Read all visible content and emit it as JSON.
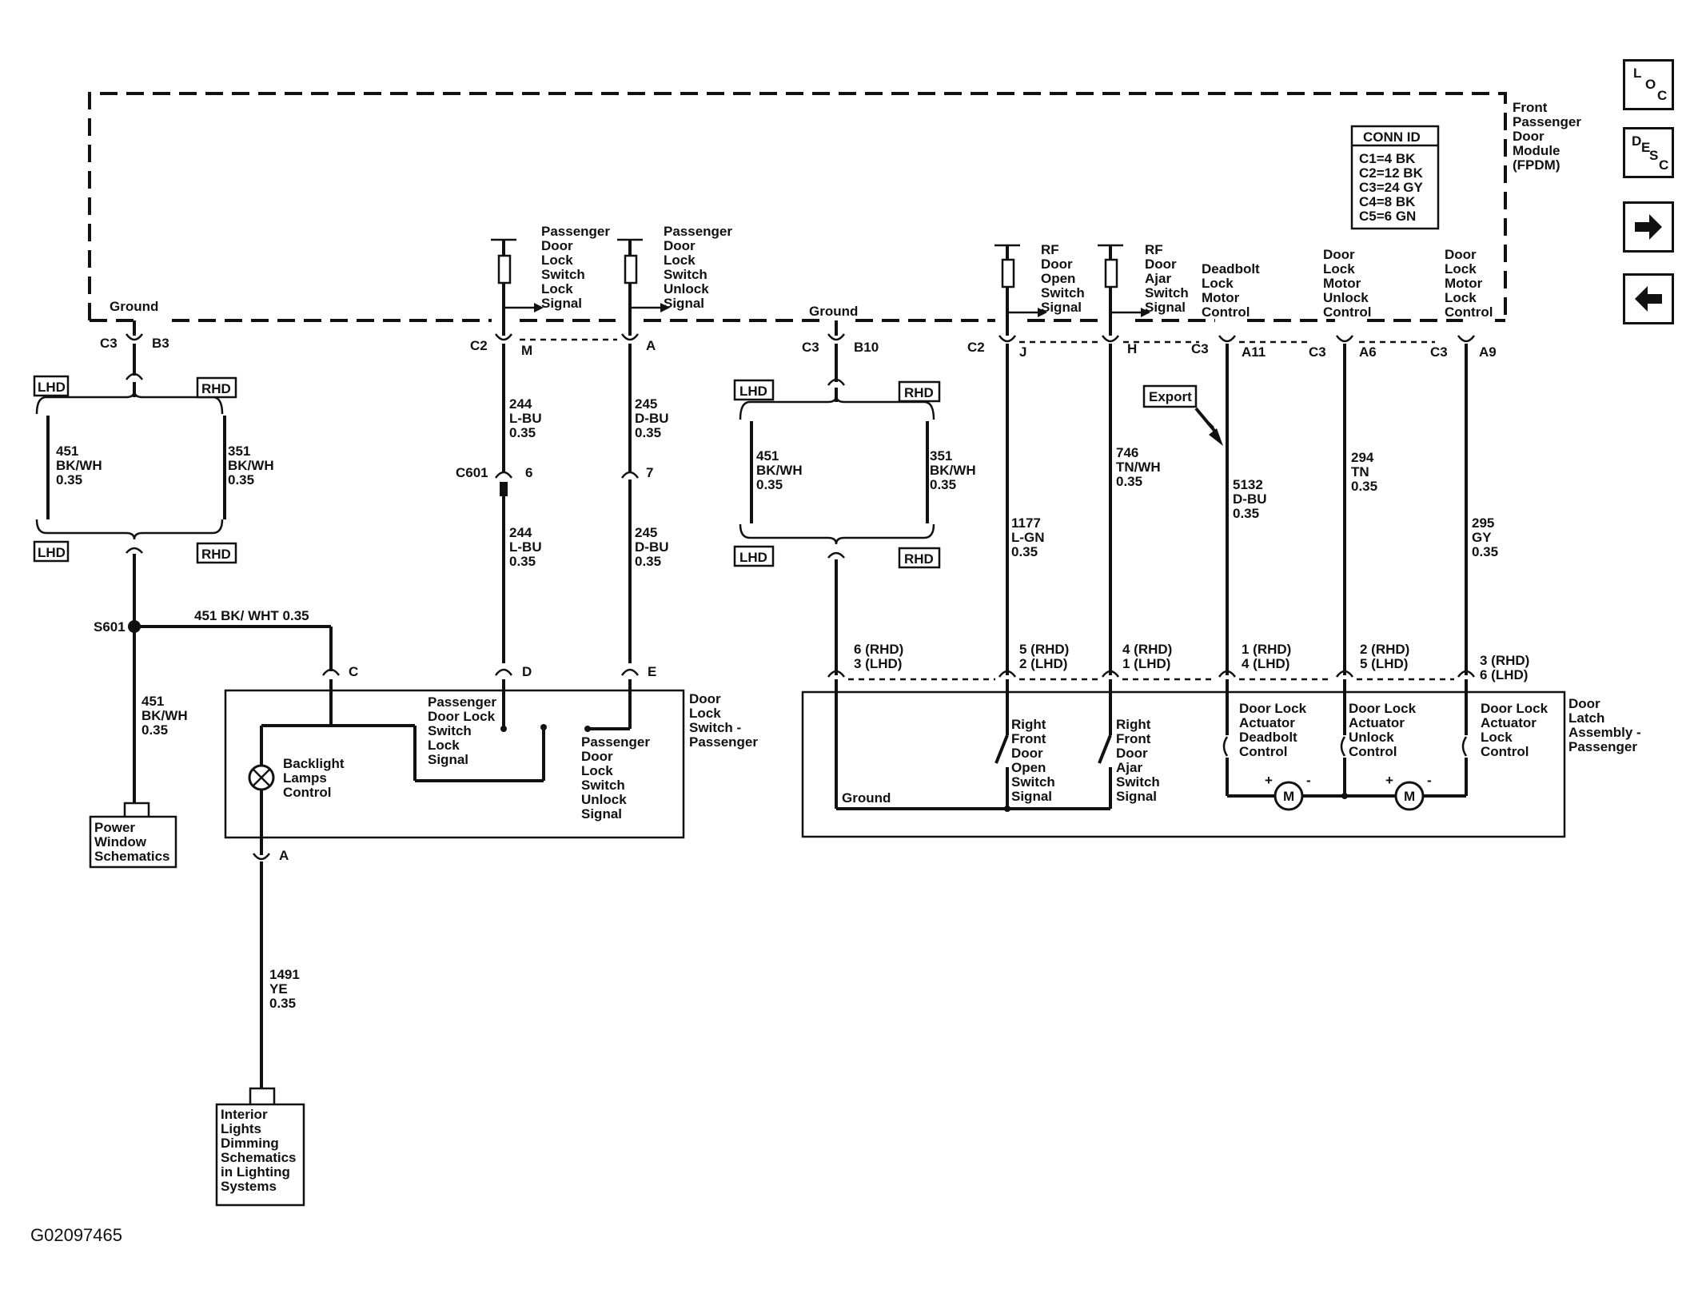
{
  "module": {
    "label": [
      "Front",
      "Passenger",
      "Door",
      "Module",
      "(FPDM)"
    ],
    "conn_id": {
      "title": "CONN ID",
      "rows": [
        "C1=4 BK",
        "C2=12 BK",
        "C3=24 GY",
        "C4=8 BK",
        "C5=6 GN"
      ]
    },
    "signals": {
      "lock_signal": [
        "Passenger",
        "Door",
        "Lock",
        "Switch",
        "Lock",
        "Signal"
      ],
      "unlock_signal": [
        "Passenger",
        "Door",
        "Lock",
        "Switch",
        "Unlock",
        "Signal"
      ],
      "door_open": [
        "RF",
        "Door",
        "Open",
        "Switch",
        "Signal"
      ],
      "door_ajar": [
        "RF",
        "Door",
        "Ajar",
        "Switch",
        "Signal"
      ],
      "deadbolt_motor": [
        "Deadbolt",
        "Lock",
        "Motor",
        "Control"
      ],
      "unlock_motor": [
        "Door",
        "Lock",
        "Motor",
        "Unlock",
        "Control"
      ],
      "lock_motor": [
        "Door",
        "Lock",
        "Motor",
        "Lock",
        "Control"
      ]
    },
    "ground_1": "Ground",
    "ground_2": "Ground"
  },
  "connectors": {
    "c3_b3": {
      "conn": "C3",
      "pin": "B3"
    },
    "c2_m": {
      "conn": "C2",
      "pin": "M"
    },
    "c2_a": {
      "pin": "A"
    },
    "c3_b10": {
      "conn": "C3",
      "pin": "B10"
    },
    "c2_j": {
      "conn": "C2",
      "pin": "J"
    },
    "c2_h": {
      "pin": "H"
    },
    "c3_a11": {
      "conn": "C3",
      "pin": "A11"
    },
    "c3_a6": {
      "conn": "C3",
      "pin": "A6"
    },
    "c3_a9": {
      "conn": "C3",
      "pin": "A9"
    },
    "c601_6": {
      "conn": "C601",
      "pin": "6"
    },
    "c601_7": {
      "pin": "7"
    },
    "sw_c": {
      "pin": "C"
    },
    "sw_d": {
      "pin": "D"
    },
    "sw_e": {
      "pin": "E"
    },
    "sw_a": {
      "pin": "A"
    }
  },
  "hand_tags": {
    "lhd": "LHD",
    "rhd": "RHD"
  },
  "wires": {
    "w451_l": [
      "451",
      "BK/WH",
      "0.35"
    ],
    "w351_l": [
      "351",
      "BK/WH",
      "0.35"
    ],
    "w451_r": [
      "451",
      "BK/WH",
      "0.35"
    ],
    "w351_r": [
      "351",
      "BK/WH",
      "0.35"
    ],
    "w244_a": [
      "244",
      "L-BU",
      "0.35"
    ],
    "w245_a": [
      "245",
      "D-BU",
      "0.35"
    ],
    "w244_b": [
      "244",
      "L-BU",
      "0.35"
    ],
    "w245_b": [
      "245",
      "D-BU",
      "0.35"
    ],
    "w1177": [
      "1177",
      "L-GN",
      "0.35"
    ],
    "w746": [
      "746",
      "TN/WH",
      "0.35"
    ],
    "w5132": [
      "5132",
      "D-BU",
      "0.35"
    ],
    "w294": [
      "294",
      "TN",
      "0.35"
    ],
    "w295": [
      "295",
      "GY",
      "0.35"
    ],
    "w451_s": [
      "451",
      "BK/WH",
      "0.35"
    ],
    "w1491": [
      "1491",
      "YE",
      "0.35"
    ],
    "splice_wire": "451 BK/ WHT 0.35"
  },
  "splice": "S601",
  "export_label": "Export",
  "switch_assembly": {
    "label": [
      "Door",
      "Lock",
      "Switch -",
      "Passenger"
    ],
    "lock_text": [
      "Passenger",
      "Door Lock",
      "Switch",
      "Lock",
      "Signal"
    ],
    "unlock_text": [
      "Passenger",
      "Door",
      "Lock",
      "Switch",
      "Unlock",
      "Signal"
    ],
    "lamp_text": [
      "Backlight",
      "Lamps",
      "Control"
    ]
  },
  "latch_assembly": {
    "label": [
      "Door",
      "Latch",
      "Assembly -",
      "Passenger"
    ],
    "pins": [
      [
        "6 (RHD)",
        "3 (LHD)"
      ],
      [
        "5 (RHD)",
        "2 (LHD)"
      ],
      [
        "4 (RHD)",
        "1 (LHD)"
      ],
      [
        "1 (RHD)",
        "4 (LHD)"
      ],
      [
        "2 (RHD)",
        "5 (LHD)"
      ],
      [
        "3 (RHD)",
        "6 (LHD)"
      ]
    ],
    "ground": "Ground",
    "open_switch": [
      "Right",
      "Front",
      "Door",
      "Open",
      "Switch",
      "Signal"
    ],
    "ajar_switch": [
      "Right",
      "Front",
      "Door",
      "Ajar",
      "Switch",
      "Signal"
    ],
    "deadbolt_act": [
      "Door Lock",
      "Actuator",
      "Deadbolt",
      "Control"
    ],
    "unlock_act": [
      "Door Lock",
      "Actuator",
      "Unlock",
      "Control"
    ],
    "lock_act": [
      "Door Lock",
      "Actuator",
      "Lock",
      "Control"
    ],
    "motor": "M",
    "plus": "+",
    "minus": "-"
  },
  "refs": {
    "power_window": [
      "Power",
      "Window",
      "Schematics"
    ],
    "interior_lights": [
      "Interior",
      "Lights",
      "Dimming",
      "Schematics",
      "in Lighting",
      "Systems"
    ]
  },
  "nav": {
    "loc": [
      "L",
      "O",
      "C"
    ],
    "desc": [
      "D",
      "E",
      "S",
      "C"
    ]
  },
  "figure_id": "G02097465"
}
